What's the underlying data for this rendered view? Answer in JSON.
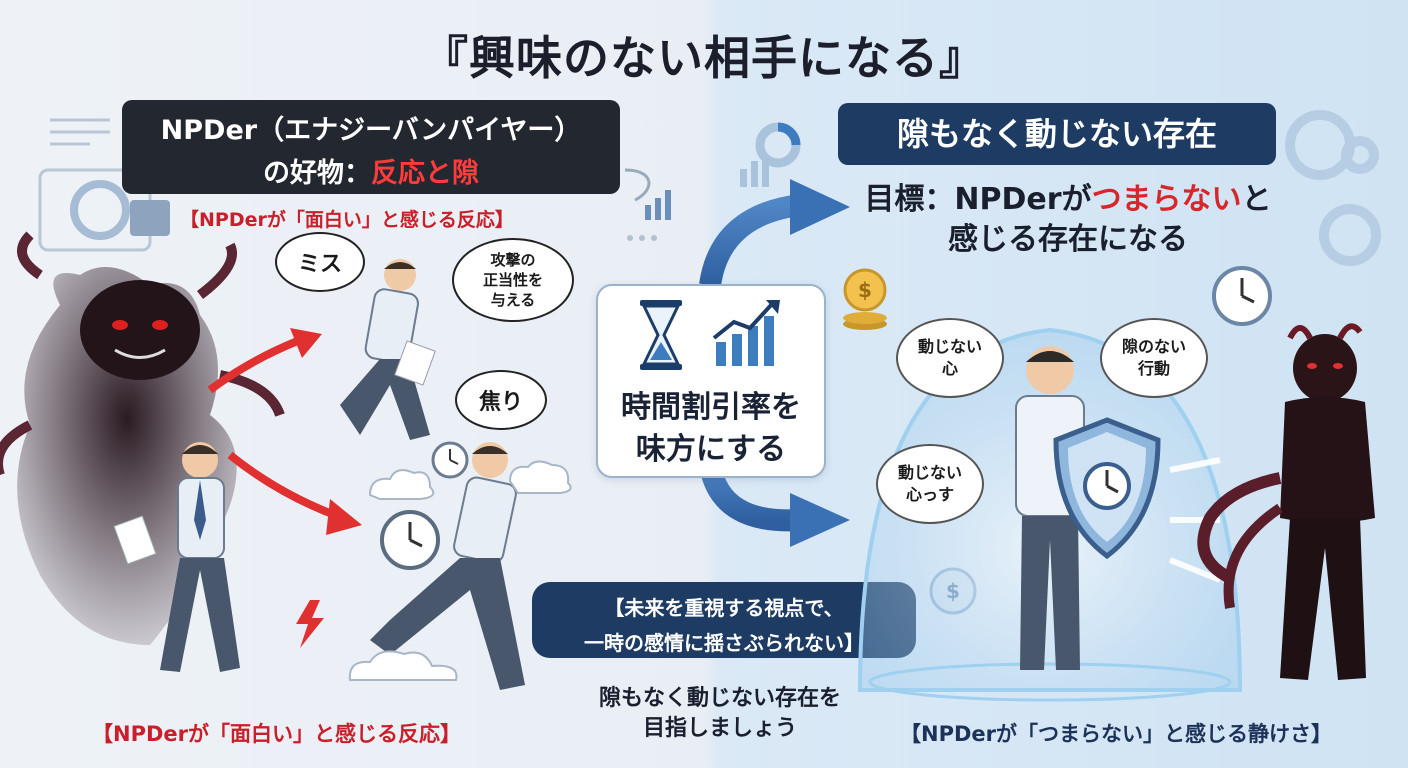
{
  "title": "『興味のない相手になる』",
  "left": {
    "header_line1": "NPDer（エナジーバンパイヤー）",
    "header_line2_prefix": "の好物：",
    "header_line2_accent": "反応と隙",
    "subheader": "【NPDerが「面白い」と感じる反応】",
    "bubbles": [
      "ミス",
      "攻撃の正当性を与える",
      "焦り"
    ],
    "bubble_attack_lines": [
      "攻撃の",
      "正当性を",
      "与える"
    ],
    "footer": "【NPDerが「面白い」と感じる反応】"
  },
  "center": {
    "box_line1": "時間割引率を",
    "box_line2": "味方にする",
    "note_line1": "【未来を重視する視点で、",
    "note_line2": "一時の感情に揺さぶられない】",
    "bottom_line1": "隙もなく動じない存在を",
    "bottom_line2": "目指しましょう"
  },
  "right": {
    "header": "隙もなく動じない存在",
    "goal_prefix": "目標：NPDerが",
    "goal_accent": "つまらない",
    "goal_suffix": "と",
    "goal_line2": "感じる存在になる",
    "bubble1_lines": [
      "動じない",
      "心"
    ],
    "bubble2_lines": [
      "隙のない",
      "行動"
    ],
    "bubble3_lines": [
      "動じない",
      "心っす"
    ],
    "footer": "【NPDerが「つまらない」と感じる静けさ】"
  },
  "colors": {
    "accent_red": "#d8272b",
    "navy": "#1d3b63",
    "dark": "#232730"
  },
  "icons": [
    "hourglass-icon",
    "growth-chart-icon",
    "shield-icon",
    "clock-icon",
    "coin-icon",
    "gear-icon",
    "donut-chart-icon",
    "monster-figure",
    "devil-figure"
  ]
}
